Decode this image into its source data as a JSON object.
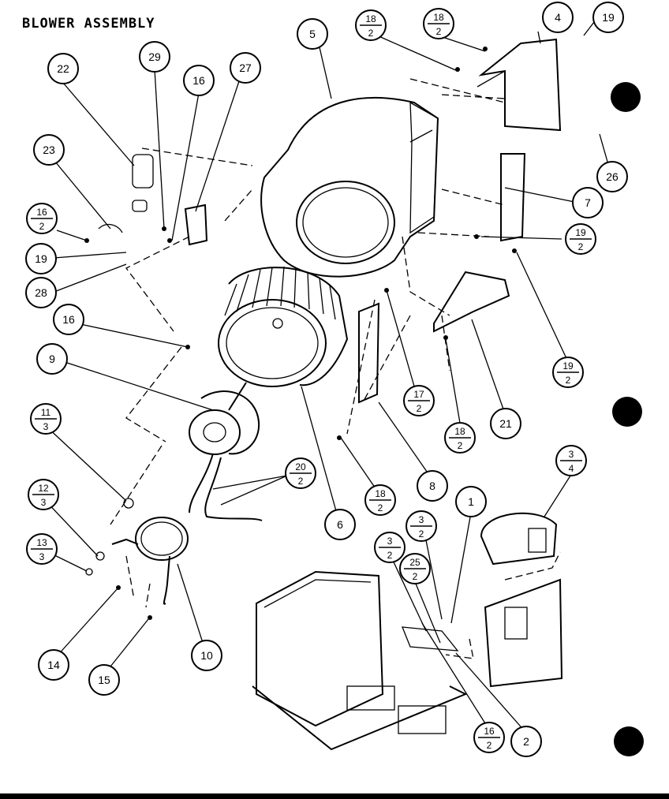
{
  "title": "BLOWER ASSEMBLY",
  "callouts": [
    {
      "id": "c-22",
      "top": "22"
    },
    {
      "id": "c-29",
      "top": "29"
    },
    {
      "id": "c-16a",
      "top": "16"
    },
    {
      "id": "c-27",
      "top": "27"
    },
    {
      "id": "c-5",
      "top": "5"
    },
    {
      "id": "c-18-2a",
      "top": "18",
      "bottom": "2"
    },
    {
      "id": "c-18-2b",
      "top": "18",
      "bottom": "2"
    },
    {
      "id": "c-4",
      "top": "4"
    },
    {
      "id": "c-19a",
      "top": "19"
    },
    {
      "id": "c-23",
      "top": "23"
    },
    {
      "id": "c-16-2a",
      "top": "16",
      "bottom": "2"
    },
    {
      "id": "c-19b",
      "top": "19"
    },
    {
      "id": "c-28",
      "top": "28"
    },
    {
      "id": "c-26",
      "top": "26"
    },
    {
      "id": "c-7",
      "top": "7"
    },
    {
      "id": "c-19-2a",
      "top": "19",
      "bottom": "2"
    },
    {
      "id": "c-16b",
      "top": "16"
    },
    {
      "id": "c-9",
      "top": "9"
    },
    {
      "id": "c-19-2b",
      "top": "19",
      "bottom": "2"
    },
    {
      "id": "c-17-2",
      "top": "17",
      "bottom": "2"
    },
    {
      "id": "c-21",
      "top": "21"
    },
    {
      "id": "c-11-3",
      "top": "11",
      "bottom": "3"
    },
    {
      "id": "c-18-2c",
      "top": "18",
      "bottom": "2"
    },
    {
      "id": "c-20-2",
      "top": "20",
      "bottom": "2"
    },
    {
      "id": "c-8",
      "top": "8"
    },
    {
      "id": "c-18-2d",
      "top": "18",
      "bottom": "2"
    },
    {
      "id": "c-12-3",
      "top": "12",
      "bottom": "3"
    },
    {
      "id": "c-6",
      "top": "6"
    },
    {
      "id": "c-1",
      "top": "1"
    },
    {
      "id": "c-3-4",
      "top": "3",
      "bottom": "4"
    },
    {
      "id": "c-13-3",
      "top": "13",
      "bottom": "3"
    },
    {
      "id": "c-3-2a",
      "top": "3",
      "bottom": "2"
    },
    {
      "id": "c-3-2b",
      "top": "3",
      "bottom": "2"
    },
    {
      "id": "c-25-2",
      "top": "25",
      "bottom": "2"
    },
    {
      "id": "c-14",
      "top": "14"
    },
    {
      "id": "c-15",
      "top": "15"
    },
    {
      "id": "c-10",
      "top": "10"
    },
    {
      "id": "c-16-2b",
      "top": "16",
      "bottom": "2"
    },
    {
      "id": "c-2",
      "top": "2"
    }
  ]
}
